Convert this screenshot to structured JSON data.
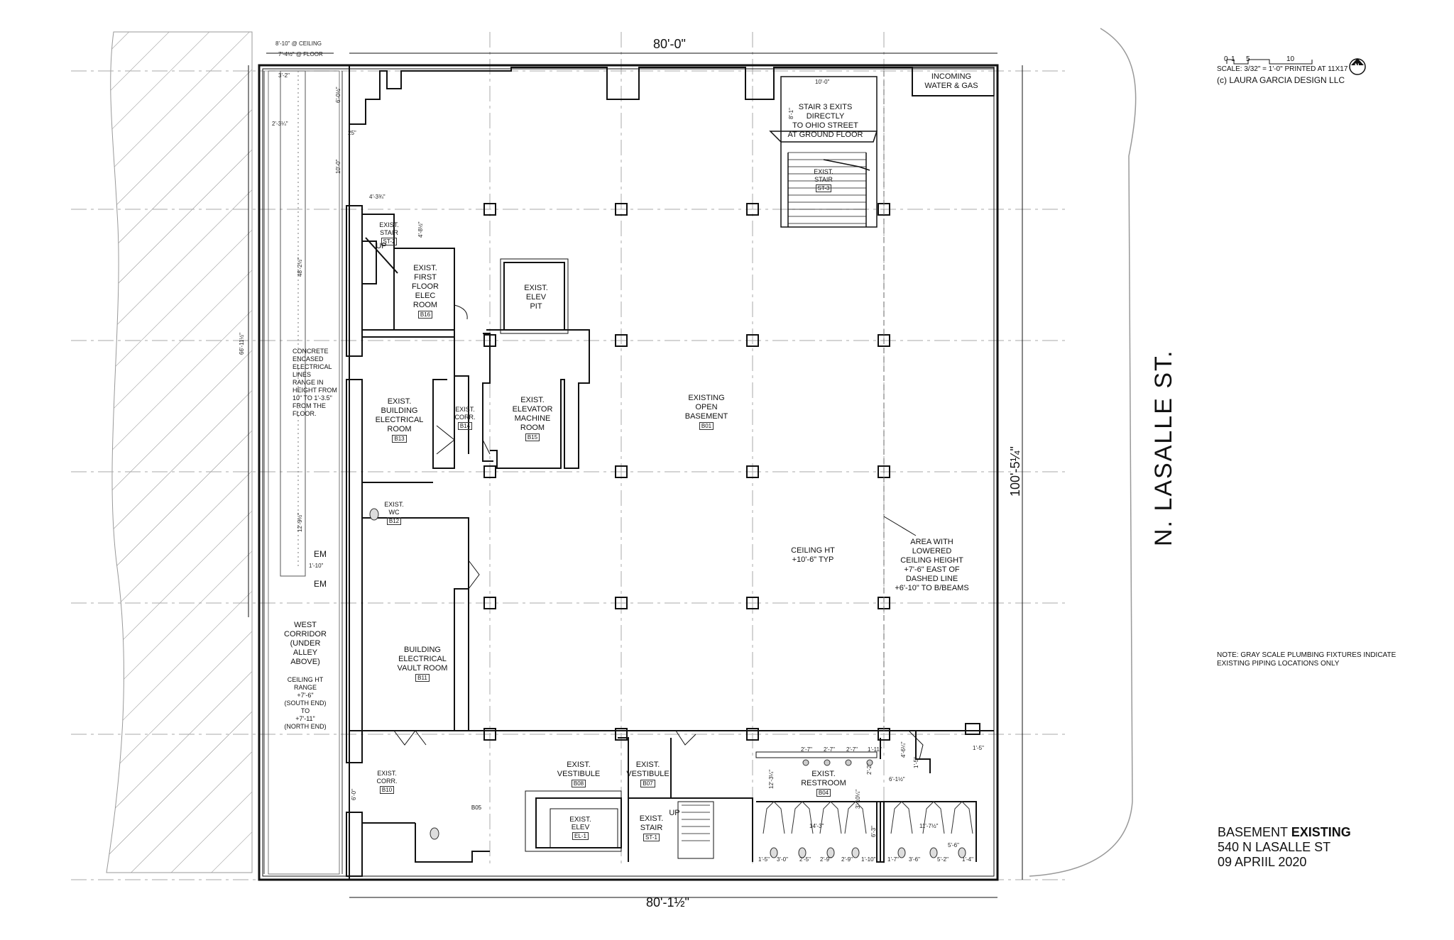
{
  "sheet": {
    "title_prefix": "BASEMENT ",
    "title_bold": "EXISTING",
    "address": "540 N LASALLE ST",
    "date": "09 APRIIL 2020",
    "street": "N. LASALLE ST.",
    "scale_note": "SCALE: 3/32\" = 1'-0\" PRINTED AT 11X17",
    "copyright": "(c) LAURA GARCIA DESIGN LLC",
    "scale_ticks": [
      "0",
      "1",
      "5",
      "10"
    ],
    "north": "N",
    "plumbing_note": "NOTE: GRAY SCALE PLUMBING FIXTURES INDICATE EXISTING PIPING LOCATIONS ONLY"
  },
  "overall_dims": {
    "top": "80'-0\"",
    "bottom": "80'-1½\"",
    "right": "100'-5¼\""
  },
  "rooms": {
    "incoming": "INCOMING\nWATER & GAS",
    "stair3_note": "STAIR 3 EXITS\nDIRECTLY\nTO OHIO STREET\nAT GROUND FLOOR",
    "st3": {
      "name": "EXIST.\nSTAIR",
      "tag": "ST-3"
    },
    "st2": {
      "name": "EXIST.\nSTAIR",
      "tag": "ST-2"
    },
    "b16": {
      "name": "EXIST.\nFIRST\nFLOOR\nELEC\nROOM",
      "tag": "B16"
    },
    "elev_pit": {
      "name": "EXIST.\nELEV\nPIT"
    },
    "b01": {
      "name": "EXISTING\nOPEN\nBASEMENT",
      "tag": "B01"
    },
    "b13": {
      "name": "EXIST.\nBUILDING\nELECTRICAL\nROOM",
      "tag": "B13"
    },
    "b14": {
      "name": "EXIST.\nCORR.",
      "tag": "B14"
    },
    "b15": {
      "name": "EXIST.\nELEVATOR\nMACHINE\nROOM",
      "tag": "B15"
    },
    "b12": {
      "name": "EXIST.\nWC",
      "tag": "B12"
    },
    "b11": {
      "name": "BUILDING\nELECTRICAL\nVAULT ROOM",
      "tag": "B11"
    },
    "ceiling": "CEILING HT\n+10'-6\" TYP",
    "lowered": "AREA WITH\nLOWERED\nCEILING HEIGHT\n+7'-6\" EAST OF\nDASHED LINE\n+6'-10\" TO B/BEAMS",
    "west": "WEST\nCORRIDOR\n(UNDER\nALLEY\nABOVE)",
    "west_ceiling": "CEILING HT\nRANGE\n+7'-6\"\n(SOUTH END)\nTO\n+7'-11\"\n(NORTH END)",
    "concrete": "CONCRETE\nENCASED\nELECTRICAL\nLINES\nRANGE IN\nHEIGHT FROM\n10\" TO 1'-3.5\"\nFROM THE\nFLOOR.",
    "b10": {
      "name": "EXIST.\nCORR.",
      "tag": "B10"
    },
    "b05": {
      "tag": "B05"
    },
    "b08": {
      "name": "EXIST.\nVESTIBULE",
      "tag": "B08"
    },
    "b07": {
      "name": "EXIST.\nVESTIBULE",
      "tag": "B07"
    },
    "el1": {
      "name": "EXIST.\nELEV",
      "tag": "EL-1"
    },
    "st1": {
      "name": "EXIST.\nSTAIR",
      "tag": "ST-1"
    },
    "b04": {
      "name": "EXIST.\nRESTROOM",
      "tag": "B04"
    },
    "up": "UP",
    "em": "EM"
  },
  "dims": {
    "ceiling_top": "8'-10\" @ CEILING",
    "floor_top": "7'-4½\" @ FLOOR",
    "d1": "3'-2\"",
    "d2": "2'-3¼\"",
    "d3": "6'-0½\"",
    "d4": "25\"",
    "d5": "10'-0\"",
    "d6": "4'-3¾\"",
    "d7": "4'-8½\"",
    "d8": "48'-2½\"",
    "d9": "66'-11½\"",
    "d10": "12'-9½\"",
    "d11": "1'-10\"",
    "d12": "6'-0\"",
    "d13": "10'-0\"",
    "d14": "8'-1\"",
    "d15": "2'-7\"",
    "d16": "2'-7\"",
    "d17": "2'-7\"",
    "d18": "1'-11\"",
    "d19": "12'-3¼\"",
    "d20": "2'-2\"",
    "d21": "3'-10¼\"",
    "d22": "6'-3\"",
    "d23": "14'-3\"",
    "d24": "11'-7½\"",
    "d25": "6'-1½\"",
    "d26": "4'-6¼\"",
    "d27": "1'-5\"",
    "d28": "1'-5\"",
    "r1": "1'-5\"",
    "r2": "3'-0\"",
    "r3": "2'-5\"",
    "r4": "2'-9\"",
    "r5": "2'-9\"",
    "r6": "1'-10\"",
    "r7": "1'-7\"",
    "r8": "3'-6\"",
    "r9": "5'-2\"",
    "r10": "1'-4\"",
    "r11": "5'-6\""
  }
}
